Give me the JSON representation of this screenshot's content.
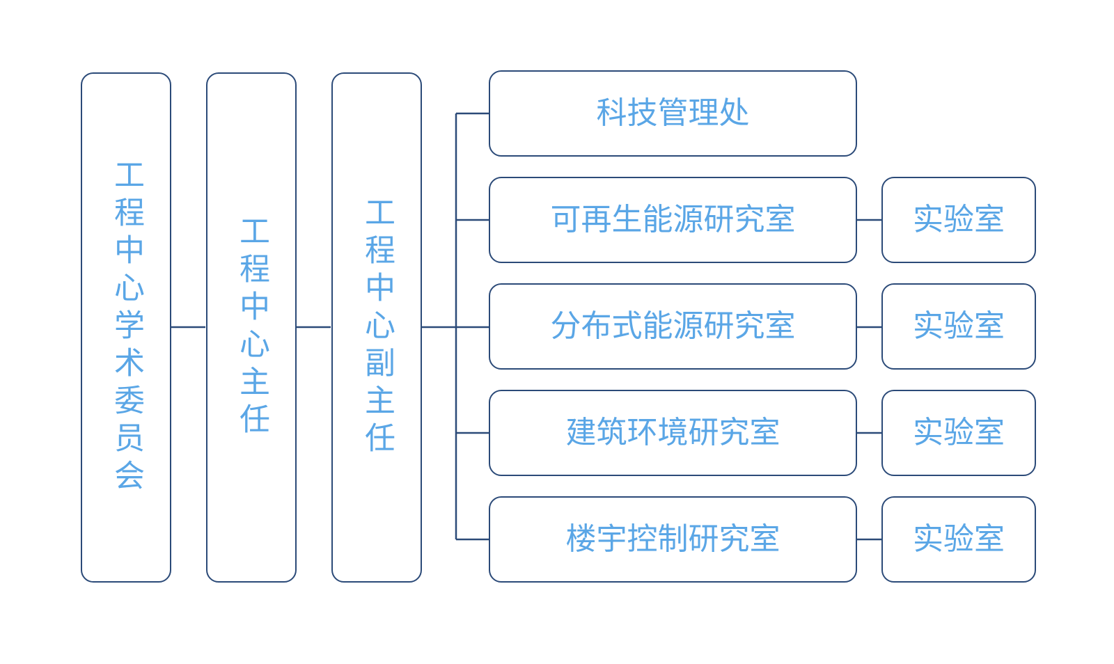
{
  "diagram": {
    "line_color": "#2b4a78",
    "text_color": "#5aa6e6",
    "committee": {
      "label": "工程中心学术委员会"
    },
    "director": {
      "label": "工程中心主任"
    },
    "deputy_director": {
      "label": "工程中心副主任"
    },
    "units": [
      {
        "label": "科技管理处",
        "lab": ""
      },
      {
        "label": "可再生能源研究室",
        "lab": "实验室"
      },
      {
        "label": "分布式能源研究室",
        "lab": "实验室"
      },
      {
        "label": "建筑环境研究室",
        "lab": "实验室"
      },
      {
        "label": "楼宇控制研究室",
        "lab": "实验室"
      }
    ]
  }
}
